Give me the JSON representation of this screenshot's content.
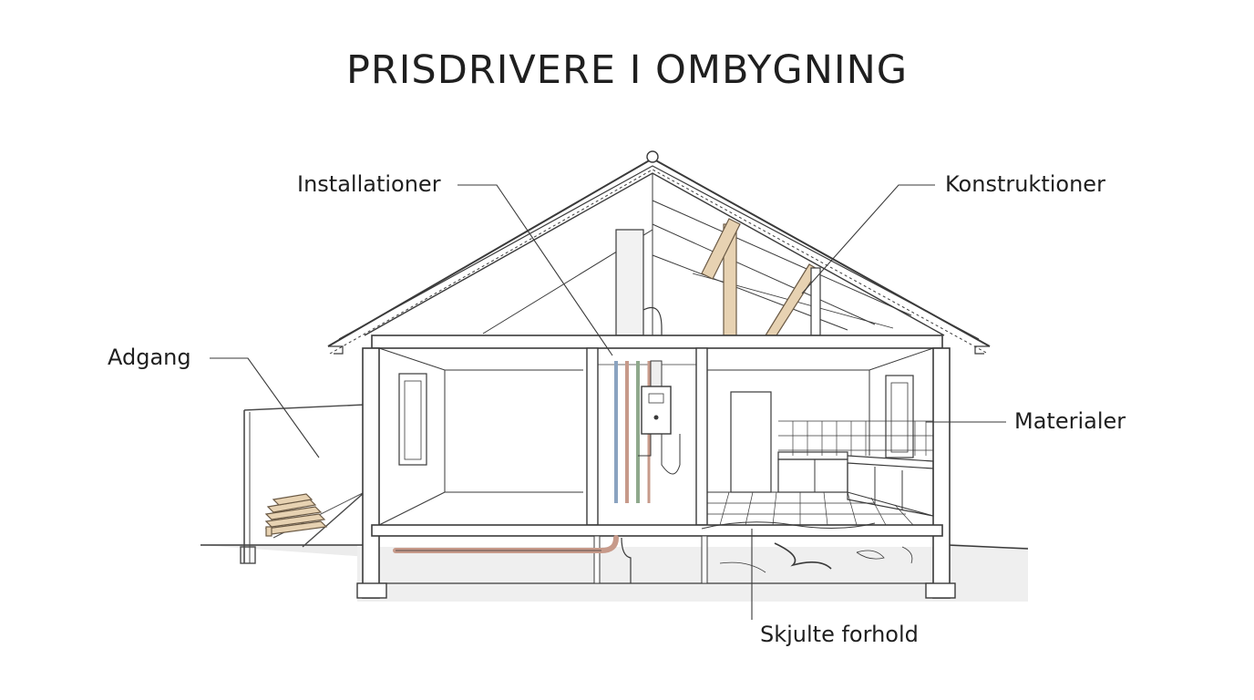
{
  "title": "PRISDRIVERE I OMBYGNING",
  "labels": {
    "installationer": "Installationer",
    "konstruktioner": "Konstruktioner",
    "adgang": "Adgang",
    "materialer": "Materialer",
    "skjulte_forhold": "Skjulte forhold"
  },
  "colors": {
    "line": "#3a3a3a",
    "wood": "#e7d2b2",
    "pipe_blue": "#8aa3c0",
    "pipe_red": "#c79a8a",
    "pipe_green": "#8fa98c",
    "soil": "#e6e6e6"
  }
}
